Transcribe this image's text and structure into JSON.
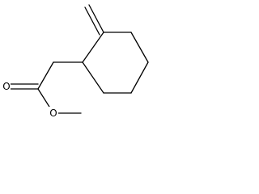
{
  "molecule": {
    "atoms": [
      {
        "id": "O1",
        "element": "O",
        "label": "O"
      },
      {
        "id": "O2",
        "element": "O",
        "label": "O"
      }
    ]
  },
  "colors": {
    "bond": "#000000",
    "label": "#000000",
    "background": "#ffffff"
  }
}
